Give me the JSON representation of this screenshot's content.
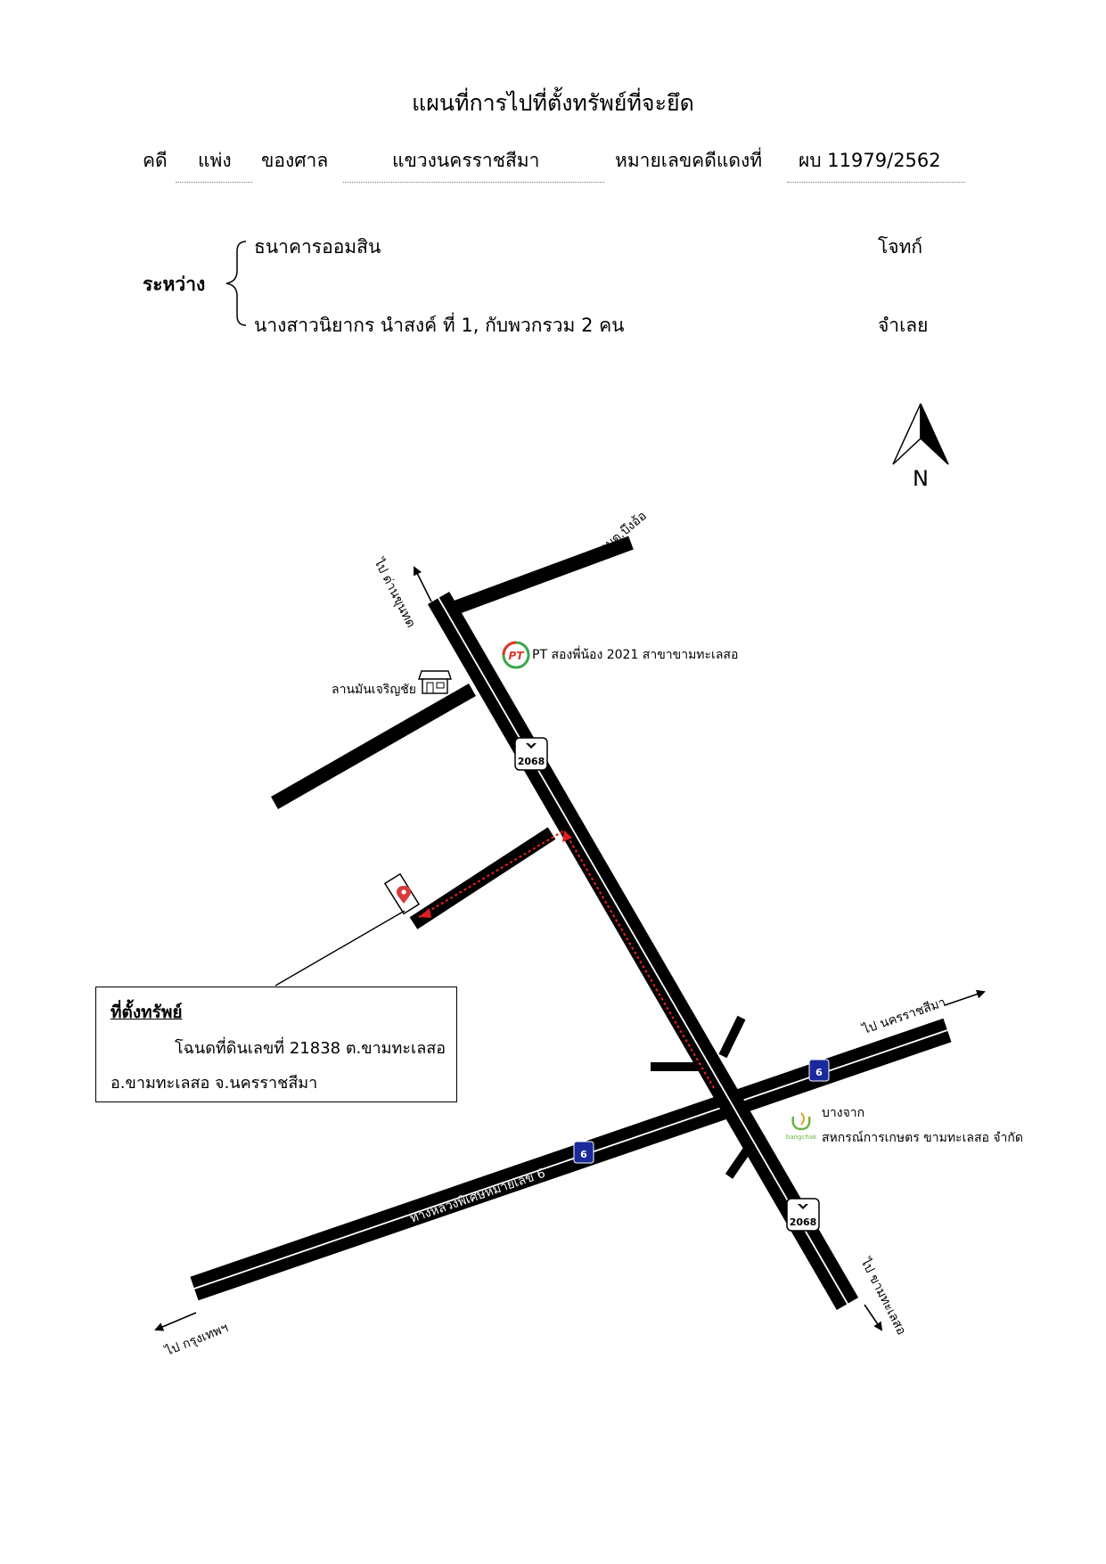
{
  "title": "แผนที่การไปที่ตั้งทรัพย์ที่จะยึด",
  "case": {
    "case_label": "คดี",
    "case_type": "แพ่ง",
    "court_label": "ของศาล",
    "court_name": "แขวงนครราชสีมา",
    "red_number_label": "หมายเลขคดีแดงที่",
    "red_number": "ผบ 11979/2562"
  },
  "parties": {
    "between_label": "ระหว่าง",
    "plaintiff_name": "ธนาคารออมสิน",
    "plaintiff_role": "โจทก์",
    "defendant_name": "นางสาวนิยากร นำสงค์ ที่ 1, กับพวกรวม 2 คน",
    "defendant_role": "จำเลย"
  },
  "north_label": "N",
  "map": {
    "labels": {
      "to_dan_khun_thot": "ไป ด่านขุนทด",
      "to_bueng_o": "ไป อบต.บึงอ้อ",
      "to_nakhon_ratchasima": "ไป นครราชสีมา",
      "to_kham_thale_so": "ไป ขามทะเลสอ",
      "to_bangkok": "ไป กรุงเทพฯ",
      "highway6_name": "ทางหลวงพิเศษหมายเลข 6",
      "pt_station": "PT สองพี่น้อง 2021 สาขาขามทะเลสอ",
      "cassava_yard": "ลานมันเจริญชัย",
      "bangchak_line1": "บางจาก",
      "bangchak_line2": "สหกรณ์การเกษตร ขามทะเลสอ จำกัด",
      "bangchak_logo_text": "bangchak",
      "pt_logo_text": "PT",
      "route_2068": "2068",
      "route_6": "6"
    }
  },
  "property_box": {
    "title": "ที่ตั้งทรัพย์",
    "line1": "โฉนดที่ดินเลขที่ 21838 ต.ขามทะเลสอ",
    "line2": "อ.ขามทะเลสอ จ.นครราชสีมา"
  },
  "colors": {
    "road": "#000000",
    "route_line": "#e02020",
    "pin": "#d93a3a",
    "hw6_shield": "#1a2a9c",
    "pt_green": "#3aa64a",
    "pt_red": "#e0352b",
    "bangchak_green": "#6cb33f"
  }
}
